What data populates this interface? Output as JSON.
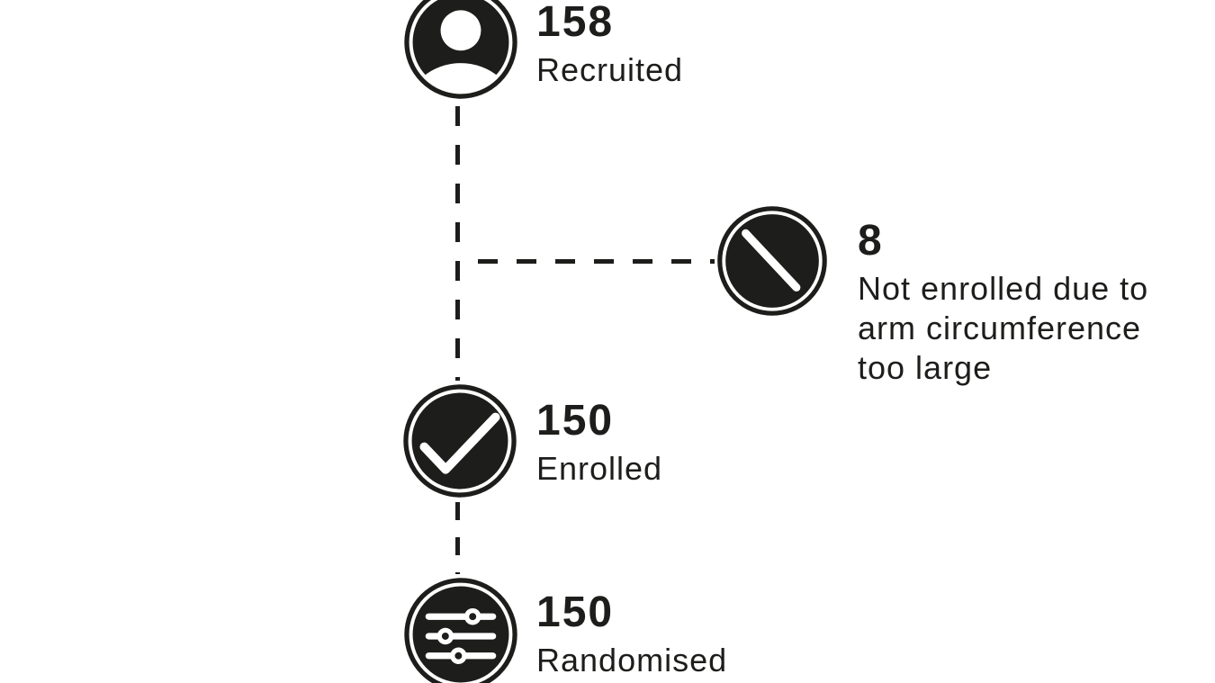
{
  "canvas": {
    "background": "#ffffff",
    "ink": "#1d1d1b"
  },
  "flow": {
    "type": "enrollment-flowchart",
    "nodes": [
      {
        "id": "recruited",
        "count": "158",
        "label": "Recruited",
        "icon": "person-icon"
      },
      {
        "id": "not-enrolled",
        "count": "8",
        "label": "Not enrolled due to arm circumference too large",
        "label_lines": [
          "Not enrolled due to",
          "arm circumference",
          "too large"
        ],
        "icon": "slash-icon"
      },
      {
        "id": "enrolled",
        "count": "150",
        "label": "Enrolled",
        "icon": "check-icon"
      },
      {
        "id": "randomised",
        "count": "150",
        "label": "Randomised",
        "icon": "sliders-icon"
      }
    ],
    "connectors": [
      {
        "from": "recruited",
        "to": "enrolled",
        "style": "dashed",
        "orientation": "vertical"
      },
      {
        "from": "recruited",
        "to": "not-enrolled",
        "style": "dashed",
        "orientation": "horizontal-branch"
      },
      {
        "from": "enrolled",
        "to": "randomised",
        "style": "dashed",
        "orientation": "vertical"
      }
    ]
  }
}
